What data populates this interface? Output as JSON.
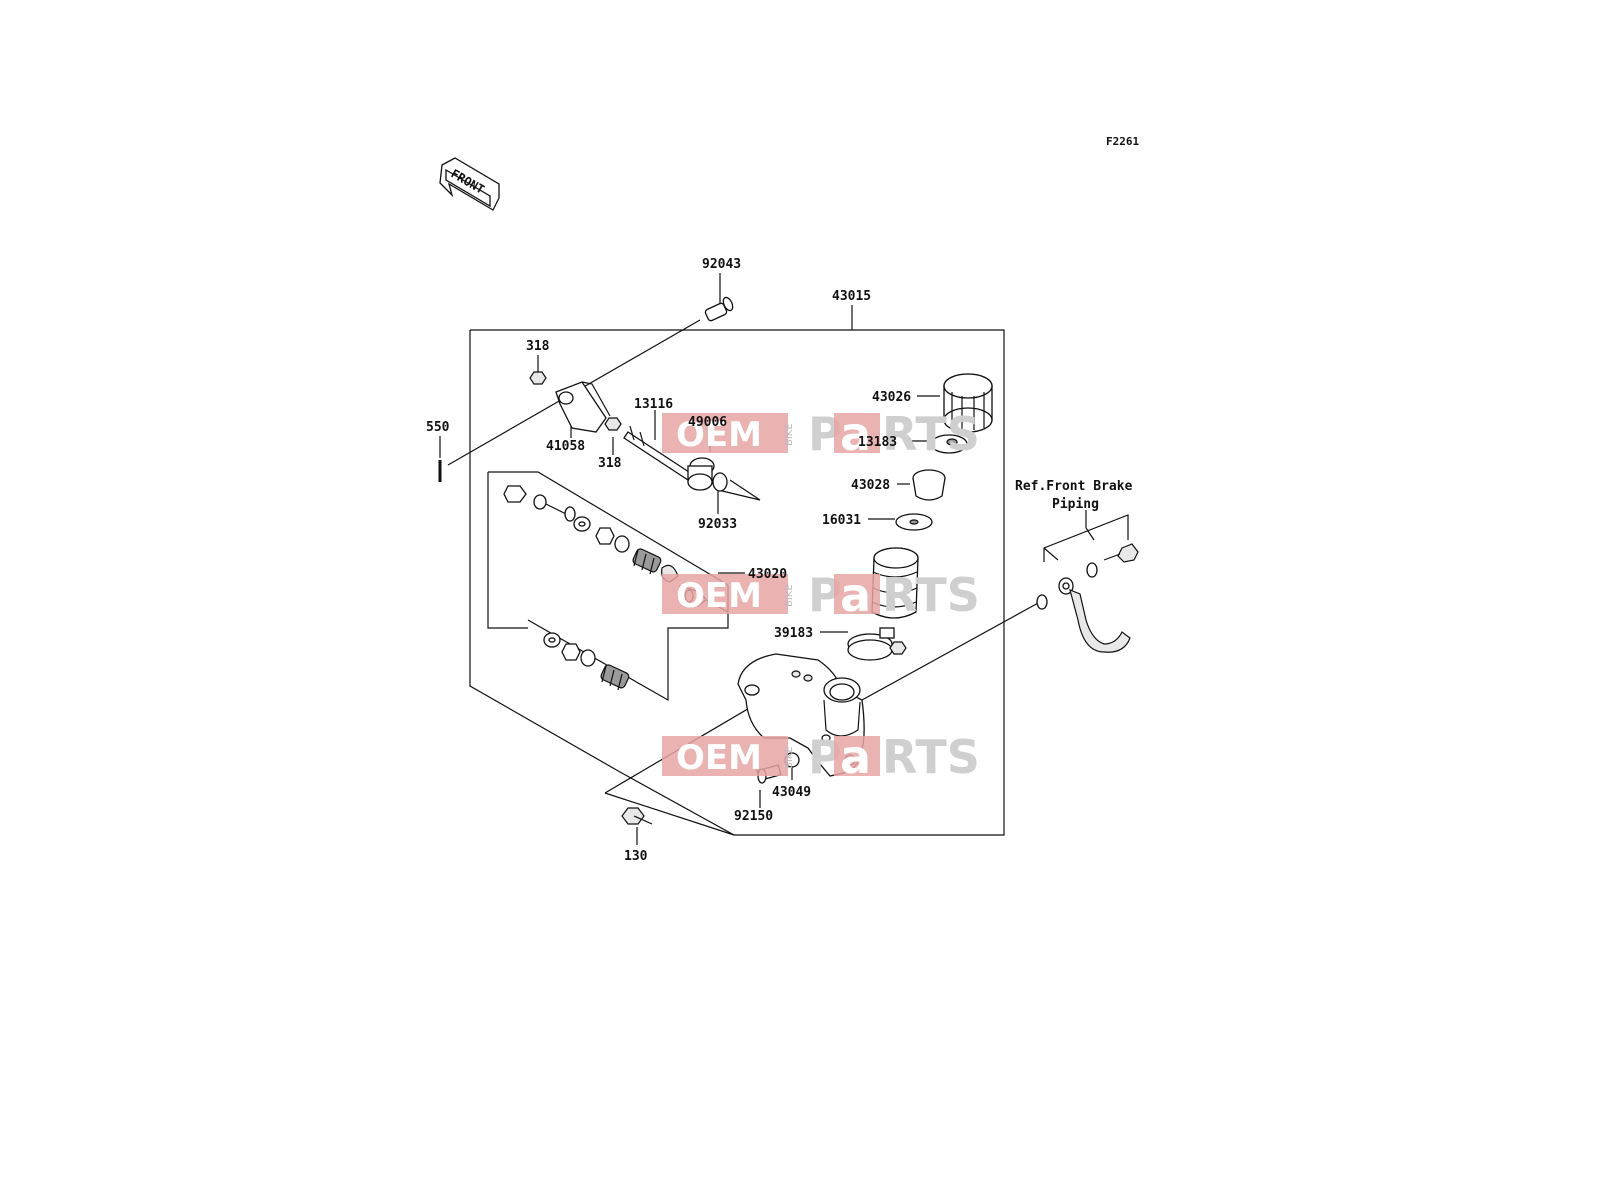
{
  "figure_code": "F2261",
  "front_label": "FRONT",
  "watermark": {
    "oem": "OEM",
    "bike": "BIKE",
    "parts_pre": "P",
    "parts_a": "a",
    "parts_post": "RTS"
  },
  "ref_note": {
    "line1": "Ref.Front Brake",
    "line2": "Piping"
  },
  "parts": {
    "p92043": "92043",
    "p43015": "43015",
    "p318a": "318",
    "p318b": "318",
    "p550": "550",
    "p41058": "41058",
    "p13116": "13116",
    "p49006": "49006",
    "p92033": "92033",
    "p43026": "43026",
    "p13183": "13183",
    "p43028": "43028",
    "p16031": "16031",
    "p43020": "43020",
    "p39183": "39183",
    "p43049": "43049",
    "p92150": "92150",
    "p130": "130"
  }
}
